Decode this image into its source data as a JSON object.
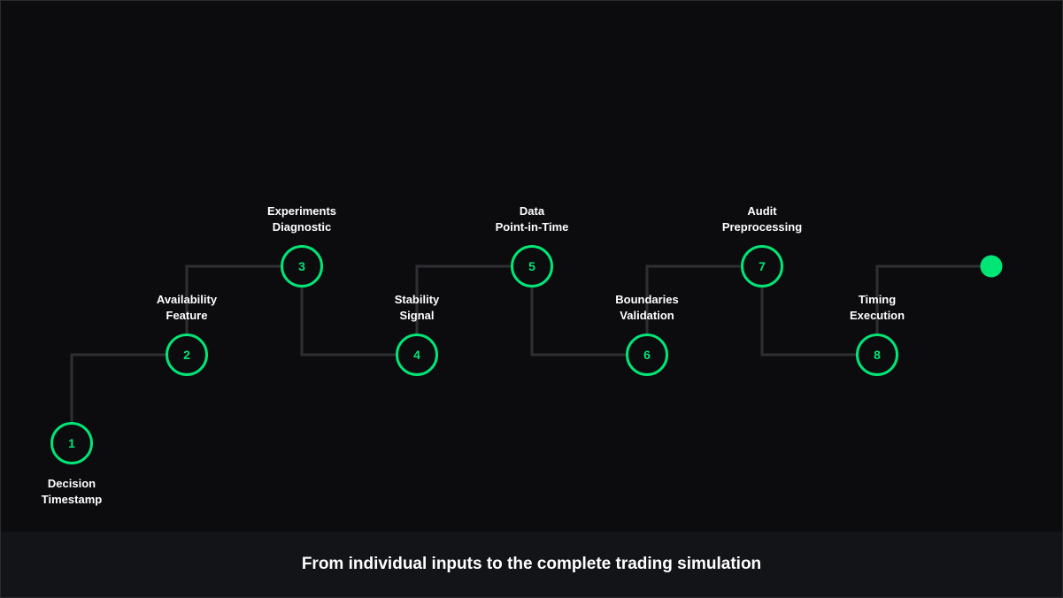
{
  "colors": {
    "accent": "#00e676",
    "connector": "#2e2f33",
    "background": "#0c0c0f",
    "footer_bg": "#131418"
  },
  "steps": [
    {
      "number": "1",
      "line1": "Decision",
      "line2": "Timestamp"
    },
    {
      "number": "2",
      "line1": "Availability",
      "line2": "Feature"
    },
    {
      "number": "3",
      "line1": "Experiments",
      "line2": "Diagnostic"
    },
    {
      "number": "4",
      "line1": "Stability",
      "line2": "Signal"
    },
    {
      "number": "5",
      "line1": "Data",
      "line2": "Point-in-Time"
    },
    {
      "number": "6",
      "line1": "Boundaries",
      "line2": "Validation"
    },
    {
      "number": "7",
      "line1": "Audit",
      "line2": "Preprocessing"
    },
    {
      "number": "8",
      "line1": "Timing",
      "line2": "Execution"
    }
  ],
  "footer": {
    "caption": "From individual inputs to the complete trading simulation"
  }
}
